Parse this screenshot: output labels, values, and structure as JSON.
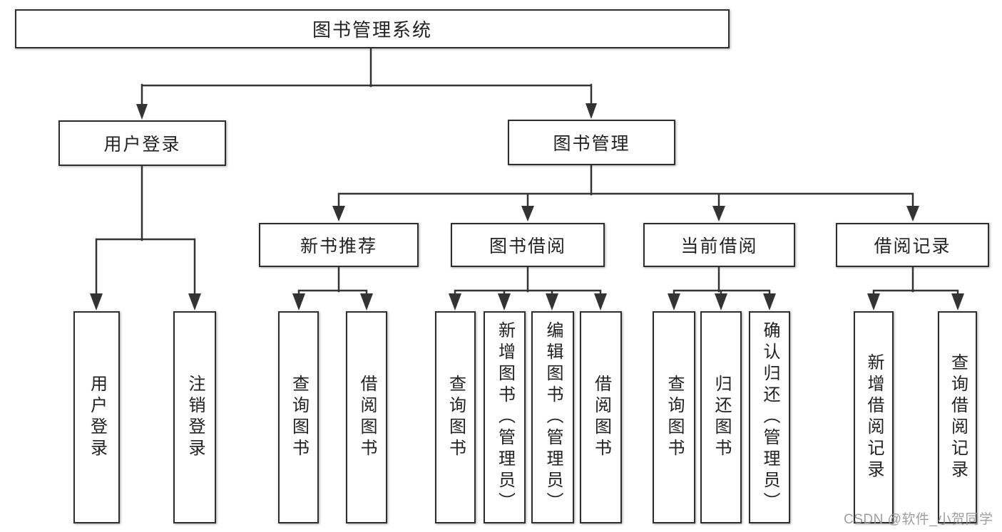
{
  "tree": {
    "label": "图书管理系统",
    "children": [
      {
        "label": "用户登录",
        "children": [
          {
            "label": "用户登录"
          },
          {
            "label": "注销登录"
          }
        ]
      },
      {
        "label": "图书管理",
        "children": [
          {
            "label": "新书推荐",
            "children": [
              {
                "label": "查询图书"
              },
              {
                "label": "借阅图书"
              }
            ]
          },
          {
            "label": "图书借阅",
            "children": [
              {
                "label": "查询图书"
              },
              {
                "label": "新增图书（管理员）"
              },
              {
                "label": "编辑图书（管理员）"
              },
              {
                "label": "借阅图书"
              }
            ]
          },
          {
            "label": "当前借阅",
            "children": [
              {
                "label": "查询图书"
              },
              {
                "label": "归还图书"
              },
              {
                "label": "确认归还（管理员）"
              }
            ]
          },
          {
            "label": "借阅记录",
            "children": [
              {
                "label": "新增借阅记录"
              },
              {
                "label": "查询借阅记录"
              }
            ]
          }
        ]
      }
    ]
  },
  "watermark": "CSDN @软件_小贺同学",
  "colors": {
    "line": "#333333",
    "box_border": "#2e2e2e",
    "text": "#222222",
    "watermark": "#949494",
    "background": "#ffffff"
  }
}
